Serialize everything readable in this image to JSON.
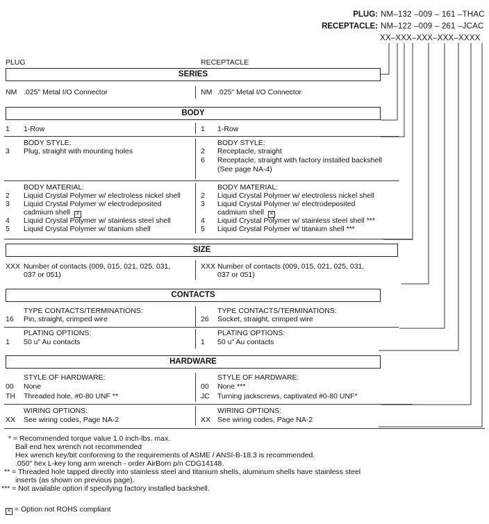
{
  "part_numbers": {
    "plug_label": "PLUG:",
    "plug_value": "NM–132 –009 – 161 –THAC",
    "receptacle_label": "RECEPTACLE:",
    "receptacle_value": "NM–122 –009 – 261 –JCAC",
    "template": "XX–XXX–XXX–XXX–XXXX"
  },
  "columns": {
    "plug": "PLUG",
    "receptacle": "RECEPTACLE"
  },
  "series": {
    "title": "SERIES",
    "plug": {
      "code": "NM",
      "text": ".025\" Metal I/O Connector"
    },
    "receptacle": {
      "code": "NM",
      "text": ".025\" Metal I/O Connector"
    }
  },
  "body": {
    "title": "BODY",
    "rows": {
      "plug": {
        "code": "1",
        "text": "1-Row"
      },
      "receptacle": {
        "code": "1",
        "text": "1-Row"
      }
    },
    "style": {
      "plug_title": "BODY STYLE:",
      "receptacle_title": "BODY STYLE:",
      "plug": [
        {
          "code": "3",
          "text": "Plug, straight with mounting holes"
        }
      ],
      "receptacle": [
        {
          "code": "2",
          "text": "Receptacle, straight"
        },
        {
          "code": "6",
          "text": "Receptacle, straight with factory installed backshell"
        },
        {
          "code": "",
          "text": "(See page NA-4)"
        }
      ]
    },
    "material": {
      "plug_title": "BODY MATERIAL:",
      "receptacle_title": "BODY MATERIAL:",
      "plug": [
        {
          "code": "2",
          "text": "Liquid Crystal Polymer w/ electroless nickel shell"
        },
        {
          "code": "3",
          "text": "Liquid Crystal Polymer w/ electrodeposited"
        },
        {
          "code": "",
          "text": "cadmium shell"
        },
        {
          "code": "4",
          "text": "Liquid Crystal Polymer w/ stainless steel shell"
        },
        {
          "code": "5",
          "text": "Liquid Crystal Polymer w/ titanium shell"
        }
      ],
      "receptacle": [
        {
          "code": "2",
          "text": "Liquid Crystal Polymer w/ electroless nickel shell"
        },
        {
          "code": "3",
          "text": "Liquid Crystal Polymer w/ electrodeposited"
        },
        {
          "code": "",
          "text": "cadmium shell"
        },
        {
          "code": "4",
          "text": "Liquid Crystal Polymer w/ stainless steel shell ***"
        },
        {
          "code": "5",
          "text": "Liquid Crystal Polymer w/ titanium shell ***"
        }
      ]
    }
  },
  "size": {
    "title": "SIZE",
    "plug": {
      "code": "XXX",
      "line1": "Number of contacts (009, 015, 021, 025, 031,",
      "line2": "037 or 051)"
    },
    "receptacle": {
      "code": "XXX",
      "line1": "Number of contacts (009, 015, 021, 025, 031,",
      "line2": "037 or 051)"
    }
  },
  "contacts": {
    "title": "CONTACTS",
    "type_title": "TYPE CONTACTS/TERMINATIONS:",
    "plug_type": {
      "code": "16",
      "text": "Pin, straight, crimped wire"
    },
    "receptacle_type": {
      "code": "26",
      "text": "Socket, straight, crimped wire"
    },
    "plating_title": "PLATING OPTIONS:",
    "plug_plating": {
      "code": "1",
      "text": "50 u\" Au contacts"
    },
    "receptacle_plating": {
      "code": "1",
      "text": "50 u\" Au contacts"
    }
  },
  "hardware": {
    "title": "HARDWARE",
    "style_title": "STYLE OF HARDWARE:",
    "plug_style": [
      {
        "code": "00",
        "text": "None"
      },
      {
        "code": "TH",
        "text": "Threaded hole, #0-80 UNF  **"
      }
    ],
    "receptacle_style": [
      {
        "code": "00",
        "text": "None  ***"
      },
      {
        "code": "JC",
        "text": "Turning jackscrews, captivated #0-80 UNF*"
      }
    ],
    "wiring_title": "WIRING OPTIONS:",
    "plug_wiring": {
      "code": "XX",
      "text": "See wiring codes, Page NA-2"
    },
    "receptacle_wiring": {
      "code": "XX",
      "text": "See wiring codes, Page NA-2"
    }
  },
  "footnotes": [
    "* = Recommended torque value 1.0 inch-lbs. max.",
    "Ball end hex wrench not recommended",
    "Hex wrench key/bit conforming to the requirements of ASME / ANSI-B-18.3 is recommended.",
    ".050\" hex L-key long arm wrench - order AirBorn p/n CDG14148.",
    "** = Threaded hole tapped directly into stainless steel and titanium shells, aluminum shells have stainless steel",
    "inserts (as shown on previous page).",
    "*** = Not available option if specifying factory installed backshell."
  ],
  "rohs_note": "= Option not ROHS compliant",
  "checkbox_glyph": "✕"
}
